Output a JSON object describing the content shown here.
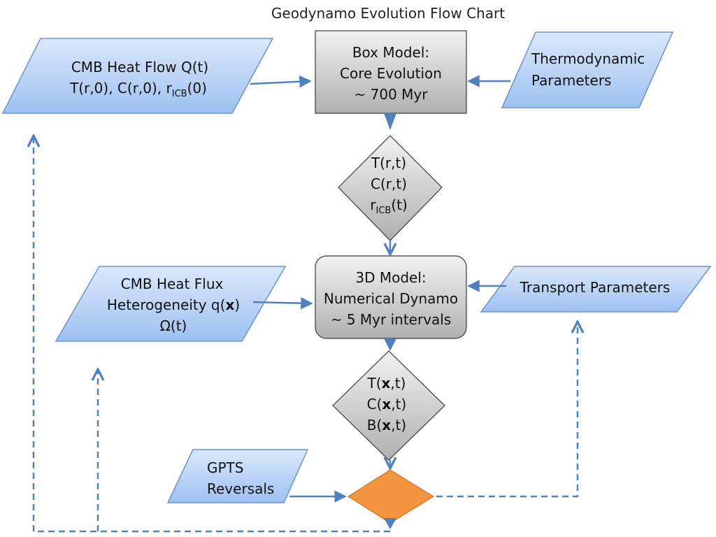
{
  "title": "Geodynamo Evolution Flow Chart",
  "colors": {
    "input_fill_top": "#dbe8fb",
    "input_fill_bottom": "#9ec1f1",
    "input_stroke": "#6b93cc",
    "process_fill_top": "#efefef",
    "process_fill_bottom": "#b3b3b3",
    "process_stroke": "#3a3a3a",
    "decision_fill": "#f4943f",
    "connector": "#4f81bd"
  },
  "inputs": {
    "cmb_heat_flow": {
      "line1": "CMB Heat Flow Q(t)",
      "line2a": "T(r,0), C(r,0), r",
      "line2_sub": "ICB",
      "line2b": "(0)"
    },
    "thermodynamic": {
      "line1": "Thermodynamic",
      "line2": "Parameters"
    },
    "cmb_heat_flux": {
      "line1": "CMB Heat Flux",
      "line2a": "Heterogeneity q(",
      "line2_bold": "x",
      "line2b": ")",
      "line3": "Ω(t)"
    },
    "transport": {
      "line1": "Transport Parameters"
    },
    "gpts": {
      "line1": "GPTS",
      "line2": "Reversals"
    }
  },
  "processes": {
    "box_model": {
      "line1": "Box Model:",
      "line2": "Core Evolution",
      "line3": "~ 700 Myr"
    },
    "model_3d": {
      "line1": "3D Model:",
      "line2": "Numerical Dynamo",
      "line3": "~ 5 Myr intervals"
    }
  },
  "decisions": {
    "radial": {
      "line1": "T(r,t)",
      "line2": "C(r,t)",
      "line3a": "r",
      "line3_sub": "ICB",
      "line3b": "(t)"
    },
    "spatial": {
      "line1a": "T(",
      "line1_bold": "x",
      "line1b": ",t)",
      "line2a": "C(",
      "line2_bold": "x",
      "line2b": ",t)",
      "line3a": "B(",
      "line3_bold": "x",
      "line3b": ",t)"
    },
    "compare": {}
  }
}
